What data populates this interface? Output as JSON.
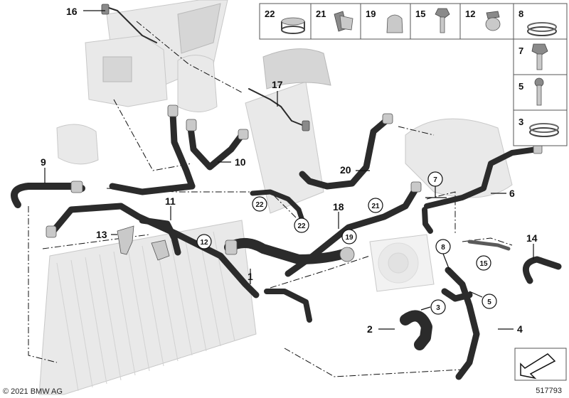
{
  "callouts": {
    "c1": "1",
    "c2": "2",
    "c4": "4",
    "c6": "6",
    "c9": "9",
    "c10": "10",
    "c11": "11",
    "c13": "13",
    "c14": "14",
    "c16": "16",
    "c17": "17",
    "c18": "18",
    "c20": "20"
  },
  "circled": {
    "k3": "3",
    "k5": "5",
    "k7": "7",
    "k8": "8",
    "k12": "12",
    "k15": "15",
    "k19": "19",
    "k21": "21",
    "k22a": "22",
    "k22b": "22"
  },
  "legend": {
    "top": [
      "22",
      "21",
      "19",
      "15",
      "12",
      "8"
    ],
    "side": [
      "7",
      "5",
      "3"
    ]
  },
  "footer": {
    "copyright": "© 2021 BMW AG",
    "diagram_id": "517793"
  },
  "icons": {
    "nav_arrow": "direction-arrow-icon"
  }
}
